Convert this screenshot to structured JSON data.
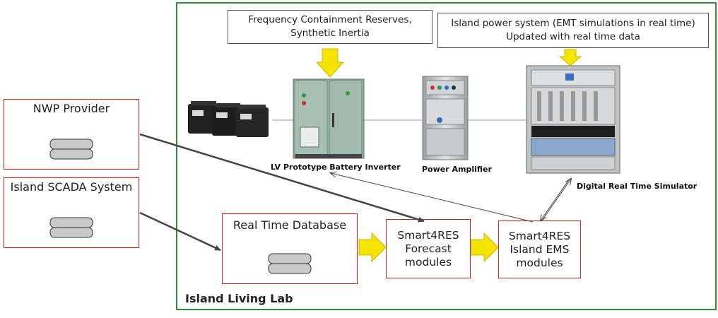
{
  "sources": {
    "nwp": "NWP Provider",
    "scada": "Island SCADA System"
  },
  "lab": {
    "label": "Island Living Lab",
    "rtdb": "Real Time Database",
    "forecast": [
      "Smart4RES",
      "Forecast",
      "modules"
    ],
    "ems": [
      "Smart4RES",
      "Island EMS",
      "modules"
    ]
  },
  "notes": {
    "services": [
      "Frequency Containment Reserves,",
      "Synthetic Inertia"
    ],
    "island": [
      "Island power system (EMT simulations in real time)",
      "Updated with real time data"
    ]
  },
  "equipment": {
    "inverter": "LV Prototype Battery Inverter",
    "amplifier": "Power Amplifier",
    "simulator": "Digital Real Time Simulator"
  },
  "colors": {
    "lab_border": "#2e8b2e",
    "box_border": "#e01e1e",
    "arrow_fill": "#f5e400"
  }
}
